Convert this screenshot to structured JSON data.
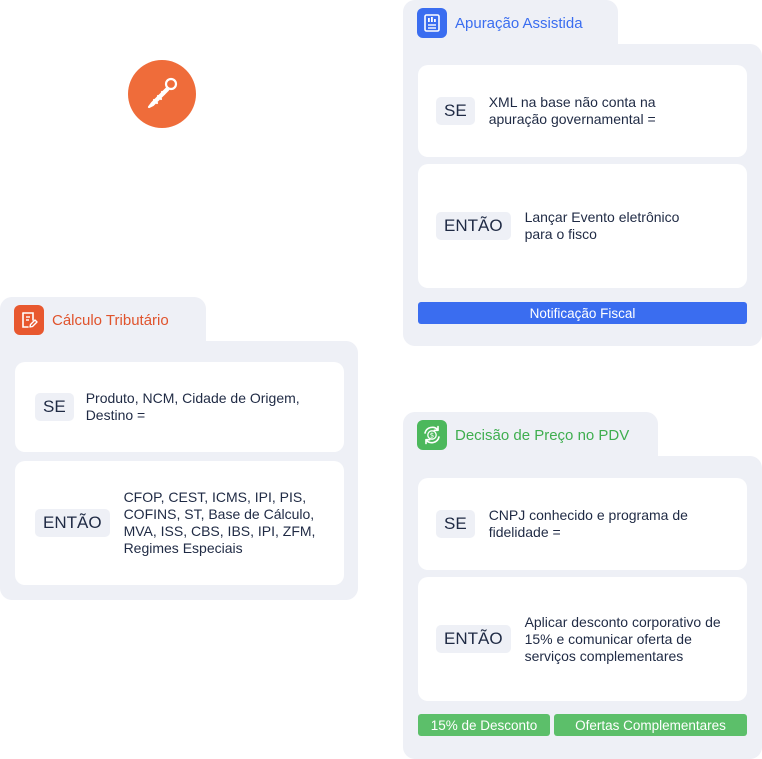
{
  "logo": {
    "icon": "pen-nib-icon",
    "color": "#ef6c3a"
  },
  "apuracao": {
    "title": "Apuração Assistida",
    "title_color": "#3a6df0",
    "icon": "document-chart-icon",
    "se_label": "SE",
    "se_text": "XML na base não conta na apuração governamental =",
    "entao_label": "ENTÃO",
    "entao_text": "Lançar Evento eletrônico para o fisco",
    "tag": "Notificação Fiscal",
    "tag_color": "#3a6df0"
  },
  "calculo": {
    "title": "Cálculo Tributário",
    "title_color": "#e0532c",
    "icon": "note-edit-icon",
    "se_label": "SE",
    "se_text": "Produto, NCM, Cidade de Origem, Destino =",
    "entao_label": "ENTÃO",
    "entao_text": "CFOP, CEST, ICMS, IPI, PIS, COFINS, ST, Base de Cálculo, MVA, ISS, CBS, IBS, IPI, ZFM, Regimes Especiais"
  },
  "decisao": {
    "title": "Decisão de Preço no PDV",
    "title_color": "#3fae4f",
    "icon": "dollar-cycle-icon",
    "se_label": "SE",
    "se_text": "CNPJ conhecido e programa de fidelidade =",
    "entao_label": "ENTÃO",
    "entao_text": "Aplicar desconto corporativo de 15% e comunicar oferta de serviços complementares",
    "tags": [
      "15% de Desconto",
      "Ofertas Complementares"
    ],
    "tag_color": "#5cbf6a"
  }
}
